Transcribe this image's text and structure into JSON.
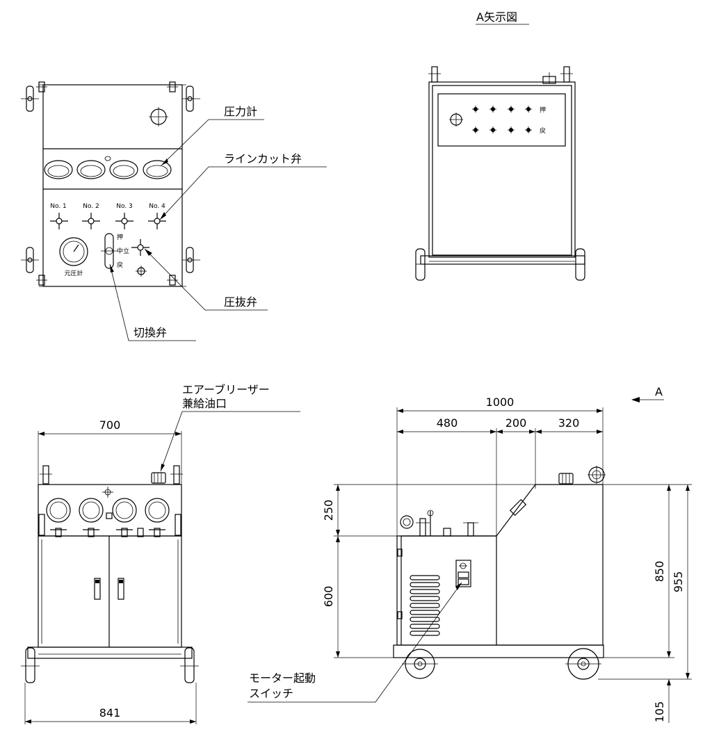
{
  "title_view_a": "A矢示図",
  "arrow_a": "A",
  "callouts": {
    "pressure_gauge": "圧力計",
    "line_cut_valve": "ラインカット弁",
    "relief_valve": "圧抜弁",
    "switch_valve": "切換弁",
    "air_breather_1": "エアーブリーザー",
    "air_breather_2": "兼給油口",
    "motor_switch_1": "モーター起動",
    "motor_switch_2": "スイッチ"
  },
  "panel_labels": {
    "no1": "No. 1",
    "no2": "No. 2",
    "no3": "No. 3",
    "no4": "No. 4",
    "source_gauge": "元圧計",
    "push": "押",
    "neutral": "中立",
    "return": "戻"
  },
  "view_a_labels": {
    "push": "押",
    "return": "戻"
  },
  "dimensions": {
    "front_width": "700",
    "front_overall": "841",
    "side_total": "1000",
    "side_seg1": "480",
    "side_seg2": "200",
    "side_seg3": "320",
    "height_top": "250",
    "height_body": "600",
    "height_850": "850",
    "height_955": "955",
    "height_105": "105"
  }
}
